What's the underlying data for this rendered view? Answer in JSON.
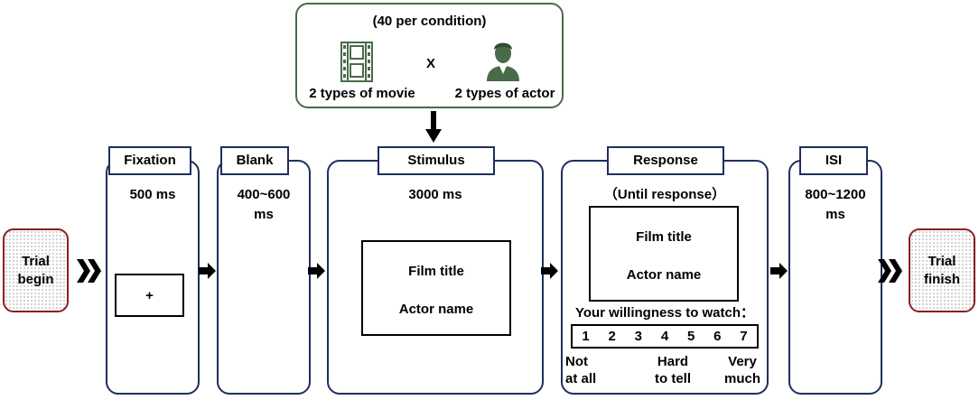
{
  "factors": {
    "heading": "(40 per condition)",
    "movie_label": "2 types of movie",
    "times": "X",
    "actor_label": "2 types of actor",
    "movie_icon": "film-strip-icon",
    "actor_icon": "person-icon"
  },
  "start": "Trial\nbegin",
  "end": "Trial\nfinish",
  "fixation": {
    "tag": "Fixation",
    "duration": "500 ms",
    "cross": "+"
  },
  "blank": {
    "tag": "Blank",
    "duration": "400~600\nms"
  },
  "stimulus": {
    "tag": "Stimulus",
    "duration": "3000 ms",
    "film": "Film title",
    "actor": "Actor name"
  },
  "response": {
    "tag": "Response",
    "duration": "（Until response）",
    "film": "Film title",
    "actor": "Actor name",
    "question": "Your willingness to watch：",
    "scale": [
      "1",
      "2",
      "3",
      "4",
      "5",
      "6",
      "7"
    ],
    "anchor_low": "Not\nat all",
    "anchor_mid": "Hard\nto tell",
    "anchor_high": "Very\nmuch"
  },
  "isi": {
    "tag": "ISI",
    "duration": "800~1200\nms"
  },
  "colors": {
    "panel_border": "#1f2f5e",
    "factor_border": "#4a6a4a",
    "terminal_border": "#8a1f1f",
    "icon": "#4a6a4a"
  }
}
